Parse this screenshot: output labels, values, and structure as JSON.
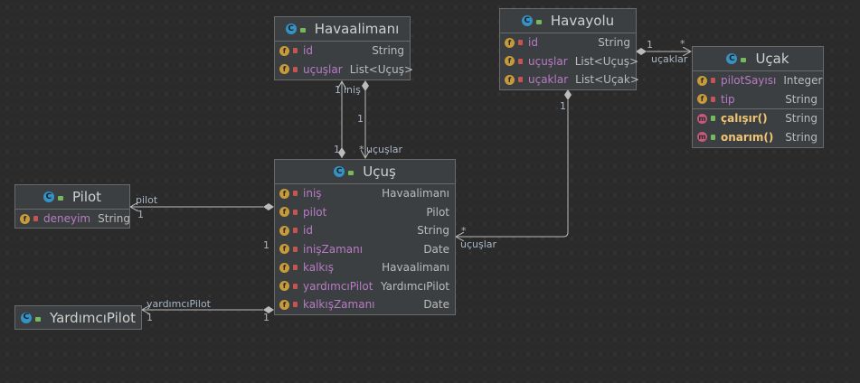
{
  "classes": {
    "havaalimani": {
      "name": "Havaalimanı",
      "fields": [
        {
          "name": "id",
          "type": "String"
        },
        {
          "name": "uçuşlar",
          "type": "List<Uçuş>"
        }
      ]
    },
    "havayolu": {
      "name": "Havayolu",
      "fields": [
        {
          "name": "id",
          "type": "String"
        },
        {
          "name": "uçuşlar",
          "type": "List<Uçuş>"
        },
        {
          "name": "uçaklar",
          "type": "List<Uçak>"
        }
      ]
    },
    "ucak": {
      "name": "Uçak",
      "fields": [
        {
          "name": "pilotSayısı",
          "type": "Integer"
        },
        {
          "name": "tip",
          "type": "String"
        }
      ],
      "methods": [
        {
          "name": "çalışır()",
          "type": "String"
        },
        {
          "name": "onarım()",
          "type": "String"
        }
      ]
    },
    "ucus": {
      "name": "Uçuş",
      "fields": [
        {
          "name": "iniş",
          "type": "Havaalimanı"
        },
        {
          "name": "pilot",
          "type": "Pilot"
        },
        {
          "name": "id",
          "type": "String"
        },
        {
          "name": "inişZamanı",
          "type": "Date"
        },
        {
          "name": "kalkış",
          "type": "Havaalimanı"
        },
        {
          "name": "yardımcıPilot",
          "type": "YardımcıPilot"
        },
        {
          "name": "kalkışZamanı",
          "type": "Date"
        }
      ]
    },
    "pilot": {
      "name": "Pilot",
      "fields": [
        {
          "name": "deneyim",
          "type": "String"
        }
      ]
    },
    "yardimcipilot": {
      "name": "YardımcıPilot"
    }
  },
  "labels": {
    "havaalimani_ucus_top_mult": "1",
    "havaalimani_ucus_top_role": "iniş",
    "havaalimani_ucus_mid_mult": "1",
    "havaalimani_ucus_bottom_left_mult": "1",
    "havaalimani_ucus_bottom_star": "*",
    "havaalimani_ucus_bottom_role": "uçuşlar",
    "havayolu_ucak_src_mult": "1",
    "havayolu_ucak_dst_mult": "*",
    "havayolu_ucak_role": "uçaklar",
    "havayolu_ucus_src_mult": "1",
    "havayolu_ucus_dst_mult": "*",
    "havayolu_ucus_role": "uçuşlar",
    "pilot_role": "pilot",
    "pilot_mult": "1",
    "ucus_pilot_side_mult": "1",
    "yardimci_role": "yardımcıPilot",
    "yardimci_mult": "1",
    "ucus_yardimci_side_mult": "1"
  },
  "icons": {
    "class_icon": "C",
    "field_icon": "f",
    "method_icon": "m"
  },
  "colors": {
    "background": "#2b2b2b",
    "class_icon": "#3592c4",
    "field_icon": "#c79b3a",
    "method_icon": "#c65a7c",
    "field_name": "#b87bc5",
    "method_name": "#f0c674"
  }
}
